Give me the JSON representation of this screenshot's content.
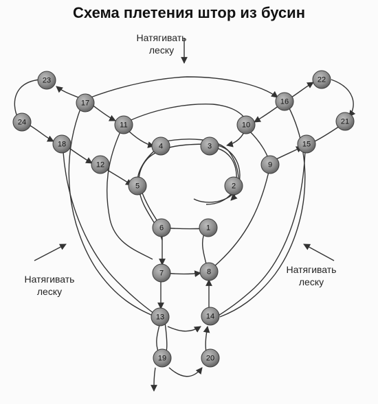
{
  "title": "Схема плетения штор из бусин",
  "notes": {
    "top": [
      "Натягивать",
      "леску"
    ],
    "left": [
      "Натягивать",
      "леску"
    ],
    "right": [
      "Натягивать",
      "леску"
    ]
  },
  "beads": [
    "1",
    "2",
    "3",
    "4",
    "5",
    "6",
    "7",
    "8",
    "9",
    "10",
    "11",
    "12",
    "13",
    "14",
    "15",
    "16",
    "17",
    "18",
    "19",
    "20",
    "21",
    "22",
    "23",
    "24"
  ],
  "colors": {
    "bead": "#8e8e8e",
    "line": "#333333",
    "ink": "#111111"
  }
}
